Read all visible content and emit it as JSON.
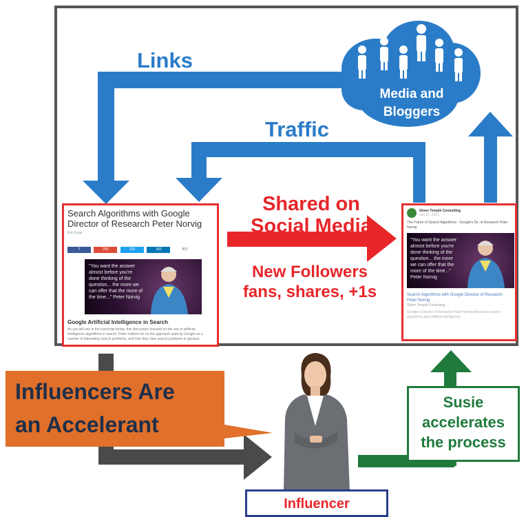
{
  "labels": {
    "links": "Links",
    "traffic": "Traffic",
    "cloud_line1": "Media and",
    "cloud_line2": "Bloggers",
    "shared_line1": "Shared on",
    "shared_line2": "Social Media",
    "followers_line1": "New Followers",
    "followers_line2": "fans, shares, +1s",
    "accelerant_line1": "Influencers Are",
    "accelerant_line2": "an Accelerant",
    "susie_line1": "Susie",
    "susie_line2": "accelerates",
    "susie_line3": "the process",
    "influencer": "Influencer"
  },
  "article": {
    "title": "Search Algorithms with Google Director of Research Peter Norvig",
    "byline": "Eric Enge",
    "share_counts": [
      "7",
      "202",
      "119",
      "343"
    ],
    "total_shares": "837",
    "slide_quote": "\"You want the answer almost before you're done thinking of the question... the more we can offer that the more of the time...\" Peter Norvig",
    "section_heading": "Google Artificial Intelligence in Search",
    "body_text": "As you will see in the transcript below, this discussion focused on the use of artificial intelligence algorithms in search. Peter outlines for us the approach used by Google on a number of interesting search problems, and how they view search problems in general."
  },
  "social_post": {
    "account": "Stone Temple Consulting",
    "date": "Jun 27, 2013",
    "text": "The Future of Search Algorithms - Google's Dir. of Research Peter Norvig",
    "link_title": "Search Algorithms with Google Director of Research Peter Norvig",
    "source": "Stone Temple Consulting",
    "snippet": "Google's Director of Research Peter Norvig discusses search algorithms and artificial intelligence."
  },
  "colors": {
    "blue": "#2b7cc8",
    "red": "#e8262a",
    "orange": "#e0702a",
    "green": "#1f7a3c",
    "dark_gray": "#4a4a4a",
    "navy": "#2a3e8a"
  },
  "icons": [
    "people-cloud-icon",
    "businesswoman-figure"
  ]
}
